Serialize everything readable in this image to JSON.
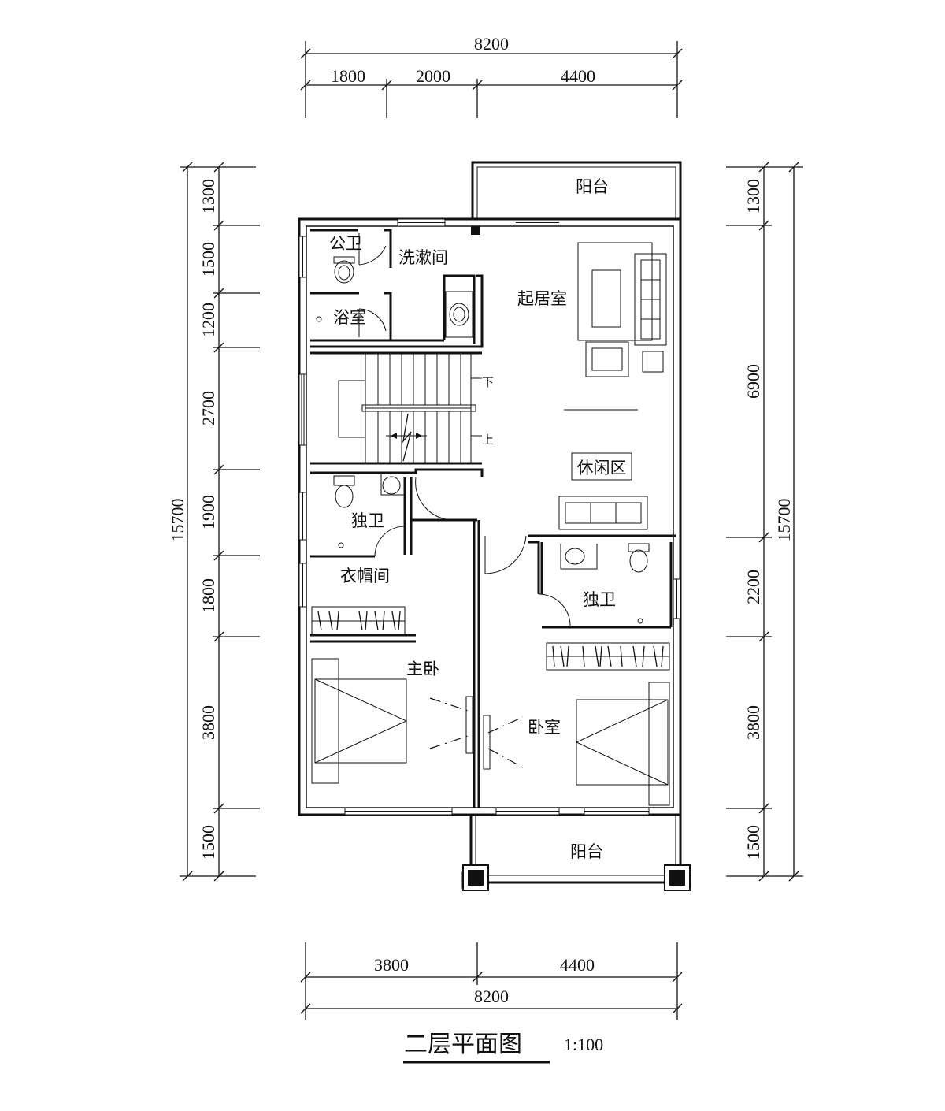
{
  "drawing": {
    "title": "二层平面图",
    "scale": "1:100"
  },
  "dimensions": {
    "top_total": "8200",
    "top_segments": [
      "1800",
      "2000",
      "4400"
    ],
    "bottom_segments": [
      "3800",
      "4400"
    ],
    "bottom_total": "8200",
    "left_total": "15700",
    "left_segments": [
      "1300",
      "1500",
      "1200",
      "2700",
      "1900",
      "1800",
      "3800",
      "1500"
    ],
    "right_total": "15700",
    "right_segments": [
      "1300",
      "6900",
      "2200",
      "3800",
      "1500"
    ]
  },
  "rooms": {
    "balcony_top": "阳台",
    "public_wc": "公卫",
    "washroom": "洗漱间",
    "bath": "浴室",
    "living": "起居室",
    "stair_down": "下",
    "stair_up": "上",
    "leisure": "休闲区",
    "ensuite_left": "独卫",
    "cloakroom": "衣帽间",
    "ensuite_right": "独卫",
    "master_bedroom": "主卧",
    "bedroom": "卧室",
    "balcony_bottom": "阳台"
  }
}
